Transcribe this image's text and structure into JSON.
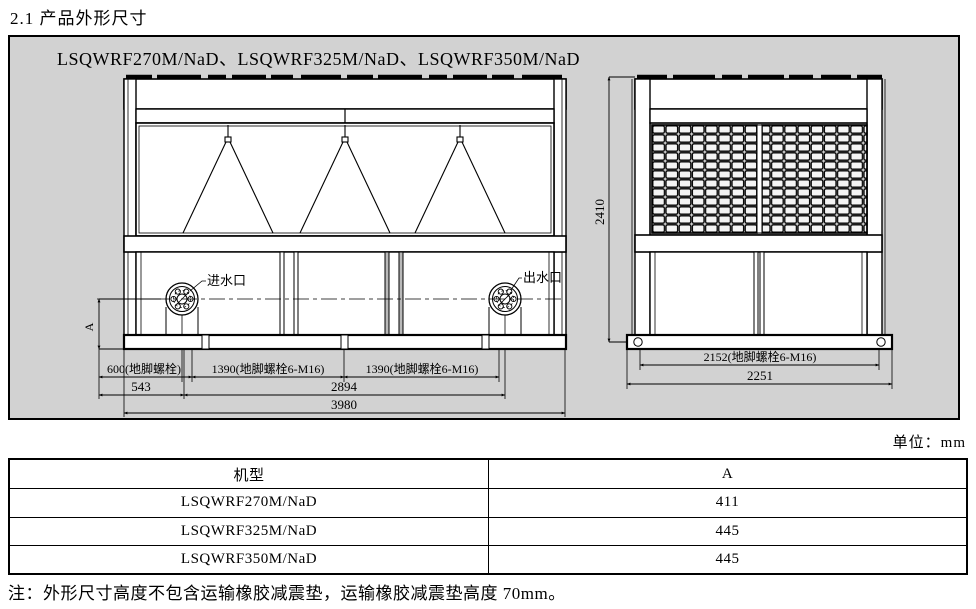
{
  "page": {
    "title": "2.1 产品外形尺寸",
    "unit_label": "单位：mm",
    "note": "注：外形尺寸高度不包含运输橡胶减震垫，运输橡胶减震垫高度 70mm。"
  },
  "drawing": {
    "models_label": "LSQWRF270M/NaD、LSQWRF325M/NaD、LSQWRF350M/NaD",
    "front_view": {
      "inlet_label": "进水口",
      "outlet_label": "出水口",
      "dim_a": "A",
      "dims": {
        "bolt_left": "600(地脚螺栓)",
        "bolt_mid": "1390(地脚螺栓6-M16)",
        "bolt_right": "1390(地脚螺栓6-M16)",
        "edge_to_bolt": "543",
        "bolt_span": "2894",
        "overall_width": "3980"
      }
    },
    "side_view": {
      "height": "2410",
      "bolt_span": "2152(地脚螺栓6-M16)",
      "overall_depth": "2251"
    }
  },
  "table": {
    "headers": [
      "机型",
      "A"
    ],
    "rows": [
      {
        "model": "LSQWRF270M/NaD",
        "a": "411"
      },
      {
        "model": "LSQWRF325M/NaD",
        "a": "445"
      },
      {
        "model": "LSQWRF350M/NaD",
        "a": "445"
      }
    ]
  },
  "colors": {
    "drawing_background": "#d2d2d2",
    "line": "#000000",
    "page_background": "#ffffff"
  }
}
